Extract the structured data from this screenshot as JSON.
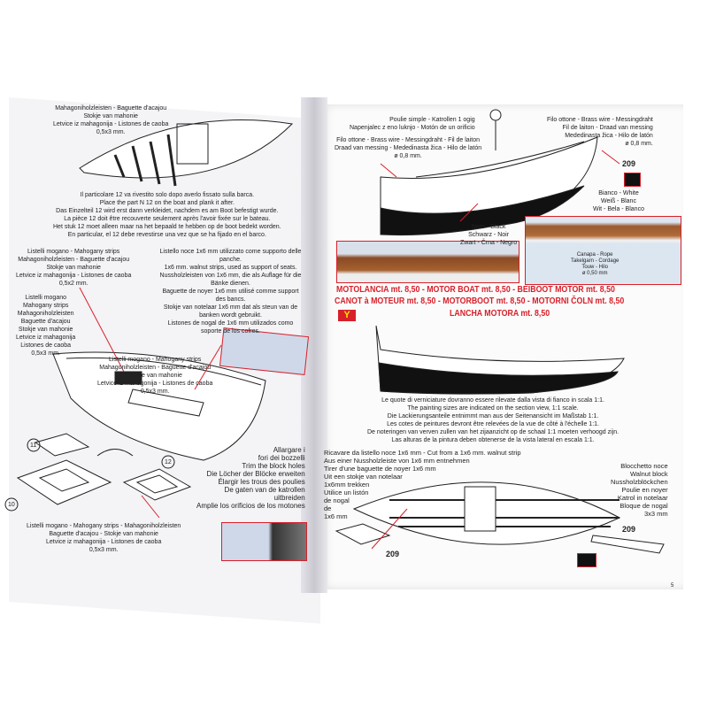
{
  "left_page": {
    "top_label": [
      "Mahagoniholzleisten - Baguette d'acajou",
      "Stokje van mahonie",
      "Letvice iz mahagonija - Listones de caoba",
      "0,5x3 mm."
    ],
    "part12_note": [
      "Il particolare 12 va rivestito solo dopo averlo fissato sulla barca.",
      "Place the part N 12 on the boat and plank it after.",
      "Das Einzelteil 12 wird erst dann verkleidet, nachdem es am Boot befestigt wurde.",
      "La pièce 12 doit être recouverte seulement après l'avoir fixée sur le bateau.",
      "Het stuk 12 moet alleen maar na het bepaald te hebben op de boot bedekt worden.",
      "En particular, el 12 debe revestirse una vez que se ha fijado en el barco."
    ],
    "mahogany_05x2": [
      "Listelli mogano - Mahogany strips",
      "Mahagoniholzleisten - Baguette d'acajou",
      "Stokje van mahonie",
      "Letvice iz mahagonija - Listones de caoba",
      "0,5x2 mm."
    ],
    "walnut_support": [
      "Listello noce 1x6 mm utilizzato come supporto delle panche.",
      "1x6 mm. walnut strips, used as support of seats.",
      "Nussholzleisten von 1x6 mm, die als Auflage für die Bänke dienen.",
      "Baguette de noyer 1x6 mm utilisé comme support des bancs.",
      "Stokje van notelaar 1x6 mm dat als steun van de banken wordt gebruikt.",
      "Listones de nogal de 1x6 mm utilizados como soporte de los cofres."
    ],
    "mahogany_left": [
      "Listelli mogano",
      "Mahogany strips",
      "Mahagoniholzleisten",
      "Baguette d'acajou",
      "Stokje van mahonie",
      "Letvice iz mahagonija",
      "Listones de caoba",
      "0,5x3 mm."
    ],
    "mahogany_mid": [
      "Listelli mogano - Mahogany strips",
      "Mahagoniholzleisten - Baguette d'acajou",
      "Stokje van mahonie",
      "Letvice iz mahagonija - Listones de caoba",
      "0,5x3 mm."
    ],
    "mahogany_bottom": [
      "Listelli mogano - Mahogany strips - Mahagoniholzleisten",
      "Baguette d'acajou - Stokje van mahonie",
      "Letvice iz mahagonija - Listones de caoba",
      "0,5x3 mm."
    ],
    "enlarge_holes": [
      "Allargare i",
      "fori dei bozzelli",
      "Trim the block holes",
      "Die Löcher der Blöcke erweiten",
      "Élargir les trous des poulies",
      "De gaten van de katrollen",
      "uitbreiden",
      "Amplie los orificios de los motones"
    ],
    "part_numbers": [
      "11",
      "12",
      "10"
    ]
  },
  "right_page": {
    "block_label": [
      "Poulie simple - Katrollen 1 ogig",
      "Napenjalec z eno luknjo - Motón de un orificio"
    ],
    "brass_left": [
      "Filo ottone - Brass wire - Messingdraht - Fil de laiton",
      "Draad van messing - Mededinasta žica - Hilo de latón",
      "ø 0,8 mm."
    ],
    "brass_right": [
      "Filo ottone - Brass wire - Messingdraht",
      "Fil de laiton - Draad van messing",
      "Mededinasta žica - Hilo de latón",
      "ø 0,8 mm."
    ],
    "part_209": "209",
    "white_label": [
      "Bianco - White",
      "Weiß - Blanc",
      "Wit - Bela - Blanco"
    ],
    "black_label": [
      "Nero - Black",
      "Schwarz - Noir",
      "Zwart - Črna - Negro"
    ],
    "rope_label": [
      "Canapa - Rope",
      "Takelgarn - Cordage",
      "Touw - Hilo",
      "ø 0,50 mm"
    ],
    "title_lines": [
      "MOTOLANCIA mt. 8,50 - MOTOR BOAT mt. 8,50 - BEIBOOT MOTOR mt. 8,50",
      "CANOT à MOTEUR mt. 8,50 - MOTORBOOT mt. 8,50 - MOTORNI ČOLN mt. 8,50",
      "LANCHA MOTORA mt. 8,50"
    ],
    "badge": "Y",
    "painting_note": [
      "Le quote di verniciature dovranno essere rilevate dalla vista di fianco in scala 1:1.",
      "The painting sizes are indicated on the section view, 1:1 scale.",
      "Die Lackierungsanteile entnimmt man aus der Seitenansicht im Maßstab 1:1.",
      "Les cotes de peintures devront être relevées de la vue de côté à l'échelle 1:1.",
      "De noteringen van verven zullen van het zijaanzicht op de schaal 1:1 moeten verhoogd zijn.",
      "Las alturas de la pintura deben obtenerse de la vista lateral en escala 1:1."
    ],
    "walnut_cut": [
      "Ricavare da listello noce 1x6 mm - Cut from a 1x6 mm. walnut strip",
      "Aus einer Nussholzleiste von 1x6 mm entnehmen",
      "Tirer d'une baguette de noyer 1x6 mm",
      "Uit een stokje van notelaar",
      "1x6mm trekken",
      "Utilice un listón",
      "de nogal",
      "de",
      "1x6 mm"
    ],
    "walnut_block": [
      "Blocchetto noce",
      "Walnut block",
      "Nussholzblöckchen",
      "Poulie en noyer",
      "Katrol in notelaar",
      "Bloque de nogal",
      "3x3 mm"
    ],
    "page_number": "5"
  },
  "colors": {
    "accent": "#d8202a",
    "badge_bg": "#d8202a",
    "badge_fg": "#f5e000"
  }
}
